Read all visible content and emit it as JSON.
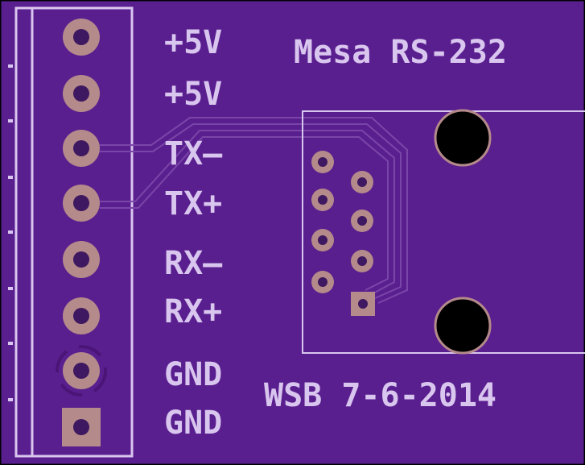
{
  "colors": {
    "board": "#5a1f8f",
    "board_edge": "#000000",
    "silkscreen": "#d9c6ef",
    "copper_pad": "#b58a8a",
    "drill": "#3e1860",
    "trace_outline": "#7a45a8",
    "mount_hole": "#000000"
  },
  "board": {
    "title": "Mesa RS-232",
    "date": "WSB 7-6-2014"
  },
  "header": {
    "pins": [
      {
        "label": "+5V",
        "pad": "round"
      },
      {
        "label": "+5V",
        "pad": "round"
      },
      {
        "label": "TX–",
        "pad": "round"
      },
      {
        "label": "TX+",
        "pad": "round"
      },
      {
        "label": "RX–",
        "pad": "round"
      },
      {
        "label": "RX+",
        "pad": "round"
      },
      {
        "label": "GND",
        "pad": "round-thermal"
      },
      {
        "label": "GND",
        "pad": "square"
      }
    ]
  },
  "connector": {
    "icon": "rj45-jack-footprint",
    "pin_count": 8,
    "mount_holes": 2
  }
}
